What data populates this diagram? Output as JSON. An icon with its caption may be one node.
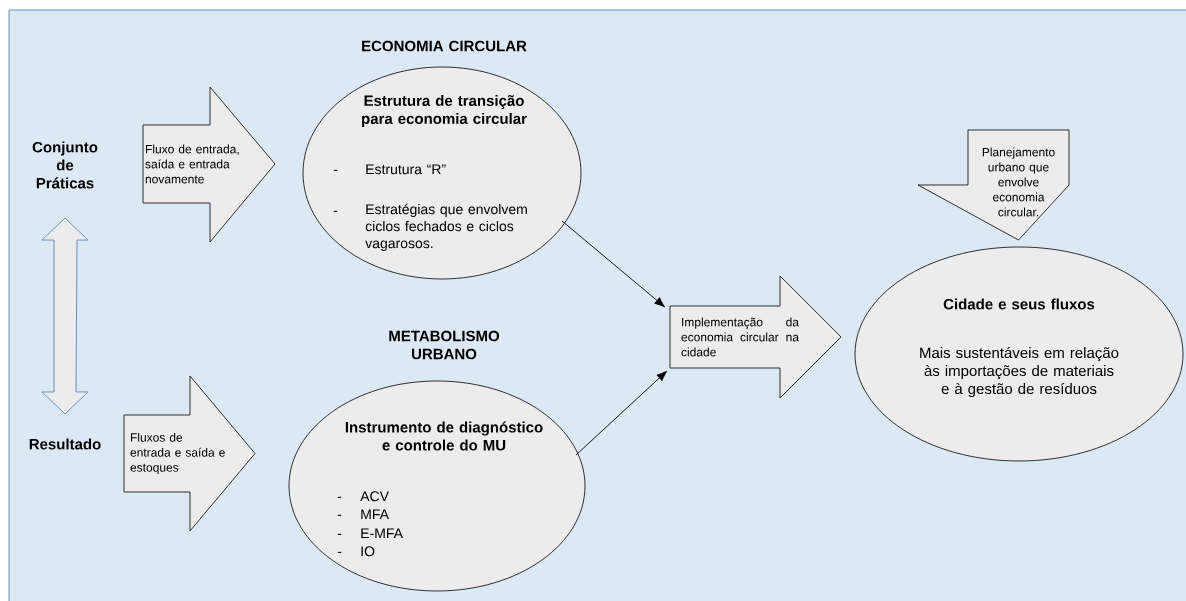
{
  "diagram": {
    "nodes": [
      {
        "text": [
          "Conjunto de Práticas"
        ]
      },
      {
        "text": [
          "Resultado"
        ]
      },
      {
        "text": [
          "Fluxo de entrada, saída e entrada novamente"
        ]
      },
      {
        "text": [
          "ECONOMIA CIRCULAR",
          "Estrutura de transição para economia circular",
          "-",
          "Estrutura “R”",
          "-",
          "Estratégias que envolvem ciclos fechados e ciclos vagarosos."
        ]
      },
      {
        "text": [
          "Fluxos de entrada e saída e estoques"
        ]
      },
      {
        "text": [
          "METABOLISMO URBANO",
          "Instrumento de diagnóstico e controle do MU",
          "-",
          "ACV",
          "-",
          "MFA",
          "-",
          "E-MFA",
          "-",
          "IO"
        ]
      },
      {
        "text": [
          "Implementação da economia circular na cidade"
        ]
      },
      {
        "text": [
          "Planejamento urbano que envolve economia circular."
        ]
      },
      {
        "text": [
          "Cidade e seus fluxos",
          "Mais sustentáveis em relação às importações de materiais e à gestão de resíduos"
        ]
      }
    ],
    "edges": [
      {
        "from": 0,
        "to": 1,
        "arrow": "both",
        "color": "#6c8ebf"
      },
      {
        "from": 3,
        "to": 6,
        "arrow": "to"
      },
      {
        "from": 5,
        "to": 6,
        "arrow": "to"
      }
    ]
  }
}
